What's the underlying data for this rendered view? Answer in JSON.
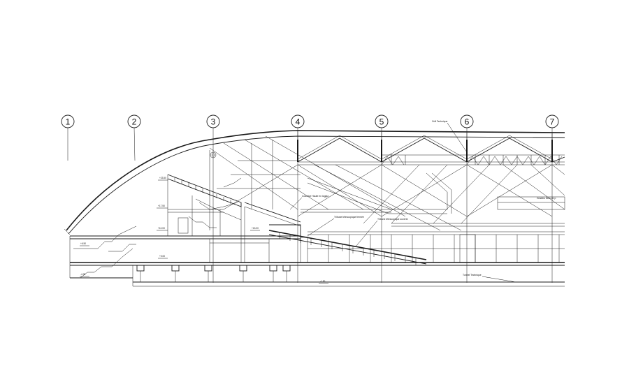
{
  "grid_axes": [
    "1",
    "2",
    "3",
    "4",
    "5",
    "6",
    "7"
  ],
  "annotations": {
    "grill_technique": "Grill Technique",
    "coursive_haute": "Coursive Haute en loggia",
    "tribune_fermee": "Tribune télescopique fermée",
    "tribune_ouverte": "Tribune télescopique ouverte",
    "galerie_label": "Gradins fixes de p",
    "tunnel_technique": "Tunnel Technique"
  },
  "levels": [
    "+23.50",
    "+17.50",
    "+10.00",
    "+6.50",
    "+0.00",
    "-4.00",
    "+13.00",
    "-1.90"
  ]
}
